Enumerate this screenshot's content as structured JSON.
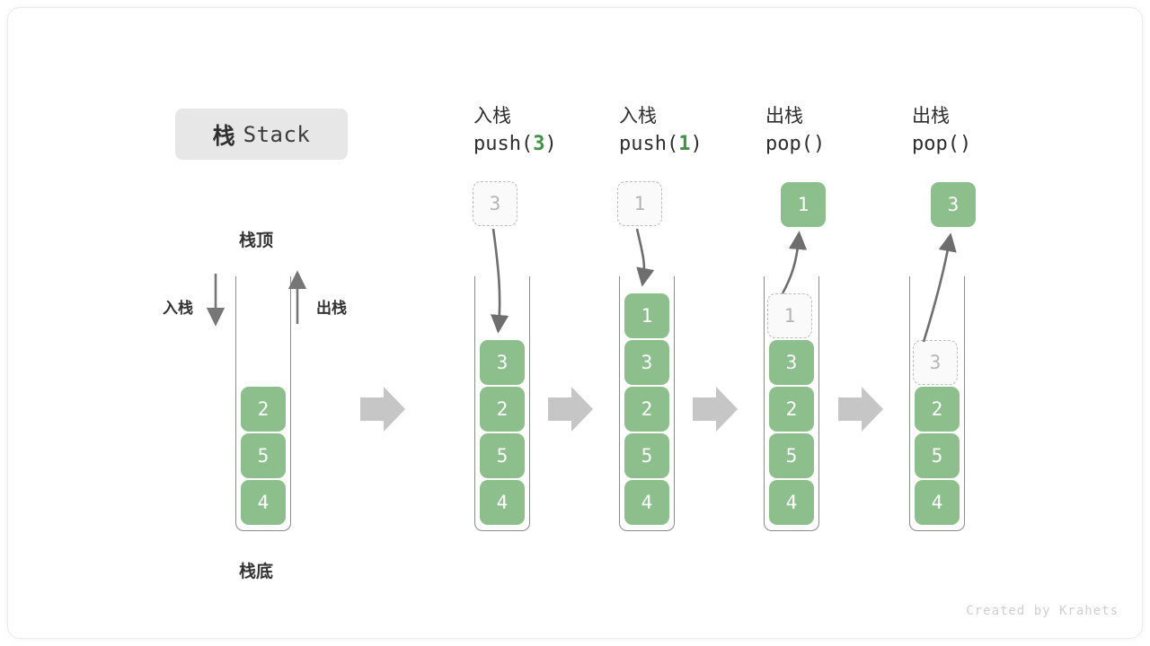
{
  "title": {
    "cn": "栈",
    "en": "Stack"
  },
  "labels": {
    "top": "栈顶",
    "bottom": "栈底",
    "push": "入栈",
    "pop": "出栈"
  },
  "footer": "Created by Krahets",
  "colors": {
    "element_green": "#8cbf8b",
    "accent_green": "#3f9143",
    "ghost_border": "#bdbdbd",
    "ghost_fill": "#fafafa",
    "ghost_text": "#b5b5b5",
    "container_line": "#8a8a8a",
    "flow_arrow": "#c6c6c6",
    "curve_arrow": "#6e6e6e",
    "title_chip_bg": "#e7e7e7",
    "text": "#2d2d2d",
    "footer_text": "#cfcfcf"
  },
  "steps": [
    {
      "id": "initial",
      "op_cn": "",
      "op_code": "",
      "op_arg": "",
      "floating": null,
      "stack": [
        {
          "value": "2",
          "state": "filled"
        },
        {
          "value": "5",
          "state": "filled"
        },
        {
          "value": "4",
          "state": "filled"
        }
      ]
    },
    {
      "id": "push-3",
      "op_cn": "入栈",
      "op_code_prefix": "push(",
      "op_arg": "3",
      "op_code_suffix": ")",
      "floating": {
        "value": "3",
        "state": "ghost",
        "direction": "down"
      },
      "stack": [
        {
          "value": "3",
          "state": "filled"
        },
        {
          "value": "2",
          "state": "filled"
        },
        {
          "value": "5",
          "state": "filled"
        },
        {
          "value": "4",
          "state": "filled"
        }
      ]
    },
    {
      "id": "push-1",
      "op_cn": "入栈",
      "op_code_prefix": "push(",
      "op_arg": "1",
      "op_code_suffix": ")",
      "floating": {
        "value": "1",
        "state": "ghost",
        "direction": "down"
      },
      "stack": [
        {
          "value": "1",
          "state": "filled"
        },
        {
          "value": "3",
          "state": "filled"
        },
        {
          "value": "2",
          "state": "filled"
        },
        {
          "value": "5",
          "state": "filled"
        },
        {
          "value": "4",
          "state": "filled"
        }
      ]
    },
    {
      "id": "pop-1",
      "op_cn": "出栈",
      "op_code_prefix": "pop(",
      "op_arg": "",
      "op_code_suffix": ")",
      "floating": {
        "value": "1",
        "state": "filled",
        "direction": "up"
      },
      "stack": [
        {
          "value": "1",
          "state": "ghost"
        },
        {
          "value": "3",
          "state": "filled"
        },
        {
          "value": "2",
          "state": "filled"
        },
        {
          "value": "5",
          "state": "filled"
        },
        {
          "value": "4",
          "state": "filled"
        }
      ]
    },
    {
      "id": "pop-3",
      "op_cn": "出栈",
      "op_code_prefix": "pop(",
      "op_arg": "",
      "op_code_suffix": ")",
      "floating": {
        "value": "3",
        "state": "filled",
        "direction": "up"
      },
      "stack": [
        {
          "value": "3",
          "state": "ghost"
        },
        {
          "value": "2",
          "state": "filled"
        },
        {
          "value": "5",
          "state": "filled"
        },
        {
          "value": "4",
          "state": "filled"
        }
      ]
    }
  ]
}
